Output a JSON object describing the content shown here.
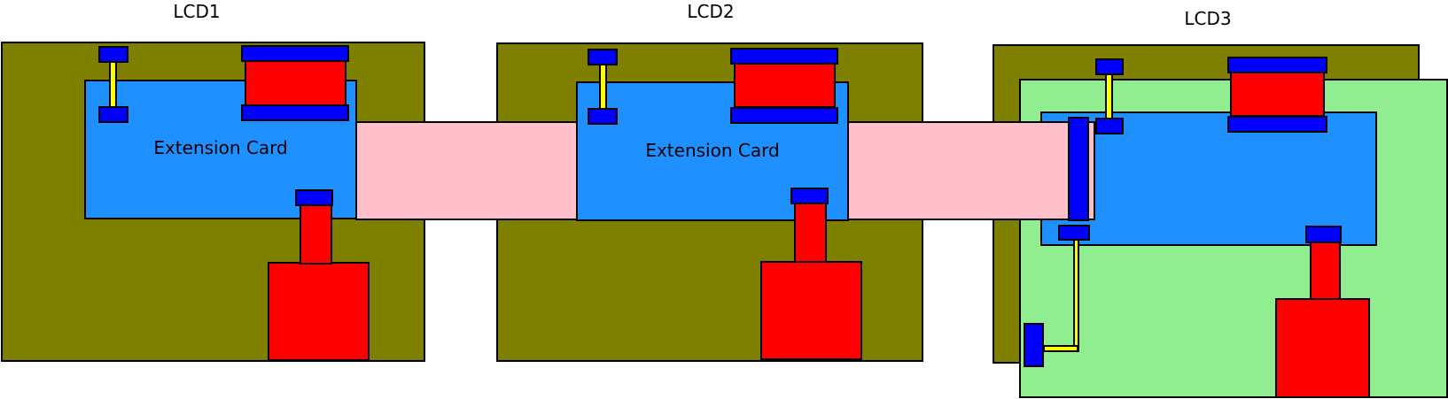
{
  "diagram": {
    "colors": {
      "board": "#808000",
      "card": "#1e90ff",
      "ribbon": "#ffc0cb",
      "connector": "#0000ff",
      "component": "#ff0000",
      "wire": "#ffff00",
      "pcb_overlay": "#90ee90"
    },
    "panels": [
      {
        "id": "lcd1",
        "label": "LCD1",
        "card_label": "Extension Card"
      },
      {
        "id": "lcd2",
        "label": "LCD2",
        "card_label": "Extension Card"
      },
      {
        "id": "lcd3",
        "label": "LCD3",
        "card_label": ""
      }
    ]
  }
}
